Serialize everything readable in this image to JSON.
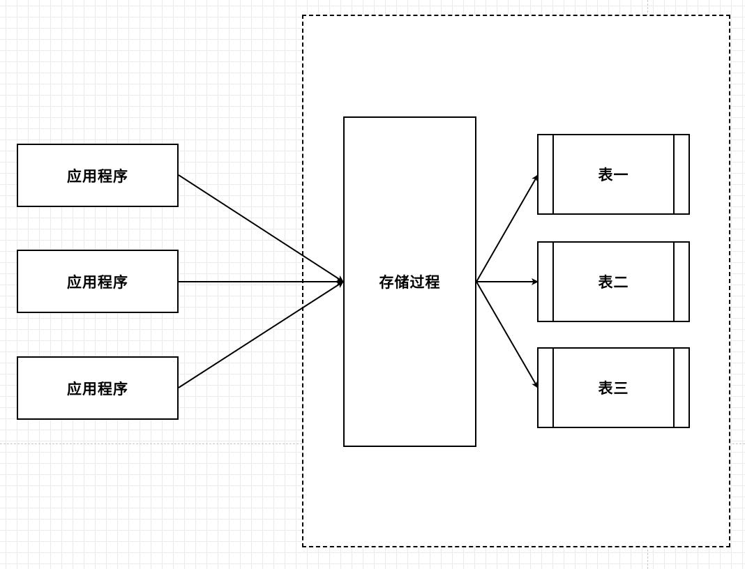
{
  "diagram": {
    "applications": [
      {
        "label": "应用程序"
      },
      {
        "label": "应用程序"
      },
      {
        "label": "应用程序"
      }
    ],
    "procedure": {
      "label": "存储过程"
    },
    "tables": [
      {
        "label": "表一"
      },
      {
        "label": "表二"
      },
      {
        "label": "表三"
      }
    ],
    "edges": [
      {
        "from": "应用程序 1",
        "to": "存储过程"
      },
      {
        "from": "应用程序 2",
        "to": "存储过程"
      },
      {
        "from": "应用程序 3",
        "to": "存储过程"
      },
      {
        "from": "存储过程",
        "to": "表一"
      },
      {
        "from": "存储过程",
        "to": "表二"
      },
      {
        "from": "存储过程",
        "to": "表三"
      }
    ]
  }
}
